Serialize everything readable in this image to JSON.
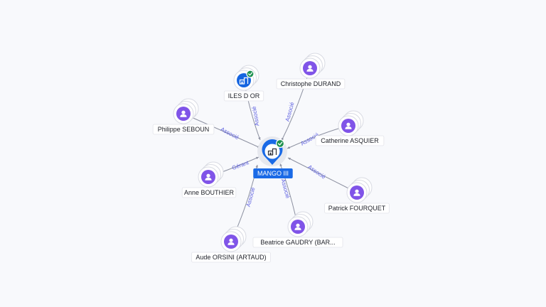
{
  "center": {
    "name": "MANGO III",
    "icon": "building-icon",
    "verified": true
  },
  "nodes": [
    {
      "id": "iles",
      "name": "ILES D OR",
      "kind": "company",
      "icon": "building-icon",
      "verified": true,
      "relation": "Associé"
    },
    {
      "id": "durand",
      "name": "Christophe DURAND",
      "kind": "person",
      "icon": "person-icon",
      "relation": "Associé"
    },
    {
      "id": "asquier",
      "name": "Catherine ASQUIER",
      "kind": "person",
      "icon": "person-icon",
      "relation": "Associé"
    },
    {
      "id": "fourquet",
      "name": "Patrick FOURQUET",
      "kind": "person",
      "icon": "person-icon",
      "relation": "Associé"
    },
    {
      "id": "gaudry",
      "name": "Beatrice GAUDRY (BAR...",
      "kind": "person",
      "icon": "person-icon",
      "relation": "Associé"
    },
    {
      "id": "orsini",
      "name": "Aude ORSINI (ARTAUD)",
      "kind": "person",
      "icon": "person-icon",
      "relation": "Associé"
    },
    {
      "id": "bouthier",
      "name": "Anne BOUTHIER",
      "kind": "person",
      "icon": "person-icon",
      "relation": "Gérant"
    },
    {
      "id": "seboun",
      "name": "Philippe SEBOUN",
      "kind": "person",
      "icon": "person-icon",
      "relation": "Associé"
    }
  ],
  "colors": {
    "person": "#8054e8",
    "company": "#1565e0",
    "verified": "#1f9150",
    "edge_label": "#5b5ee0"
  }
}
